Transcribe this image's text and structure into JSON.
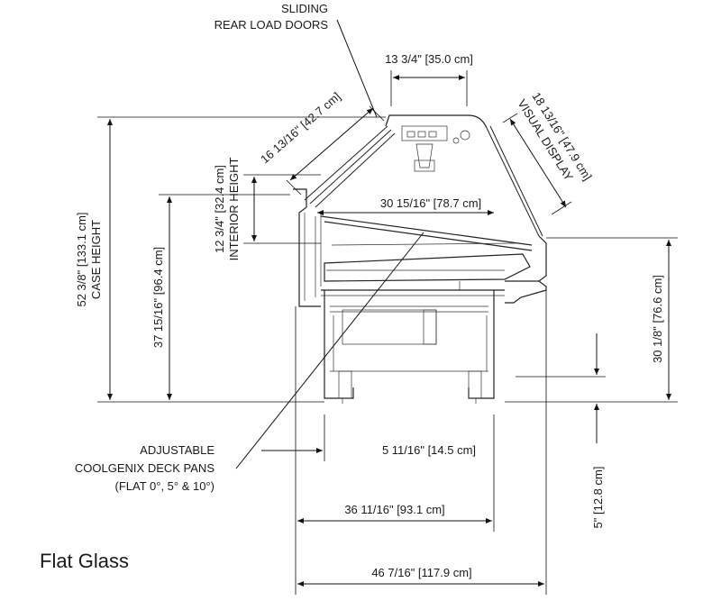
{
  "title": "Flat Glass",
  "callouts": {
    "sliding_line1": "SLIDING",
    "sliding_line2": "REAR LOAD DOORS",
    "deck_line1": "ADJUSTABLE",
    "deck_line2": "COOLGENIX DECK PANS",
    "deck_line3": "(FLAT 0°, 5° & 10°)"
  },
  "dimensions": {
    "top_width": "13 3/4\" [35.0 cm]",
    "glass_length": "16 13/16\" [42.7 cm]",
    "visual_display_value": "18 13/16\" [47.9 cm]",
    "visual_display_label": "VISUAL DISPLAY",
    "case_height_value": "52 3/8\" [133.1 cm]",
    "case_height_label": "CASE HEIGHT",
    "interior_height_value": "12 3/4\" [32.4 cm]",
    "interior_height_label": "INTERIOR HEIGHT",
    "deck_depth": "30 15/16\" [78.7 cm]",
    "height_37": "37 15/16\" [96.4 cm]",
    "height_30": "30 1/8\" [76.6 cm]",
    "base_offset": "5 11/16\" [14.5 cm]",
    "toe_height": "5\" [12.8 cm]",
    "base_depth": "36 11/16\" [93.1 cm]",
    "overall_depth": "46 7/16\" [117.9 cm]"
  }
}
